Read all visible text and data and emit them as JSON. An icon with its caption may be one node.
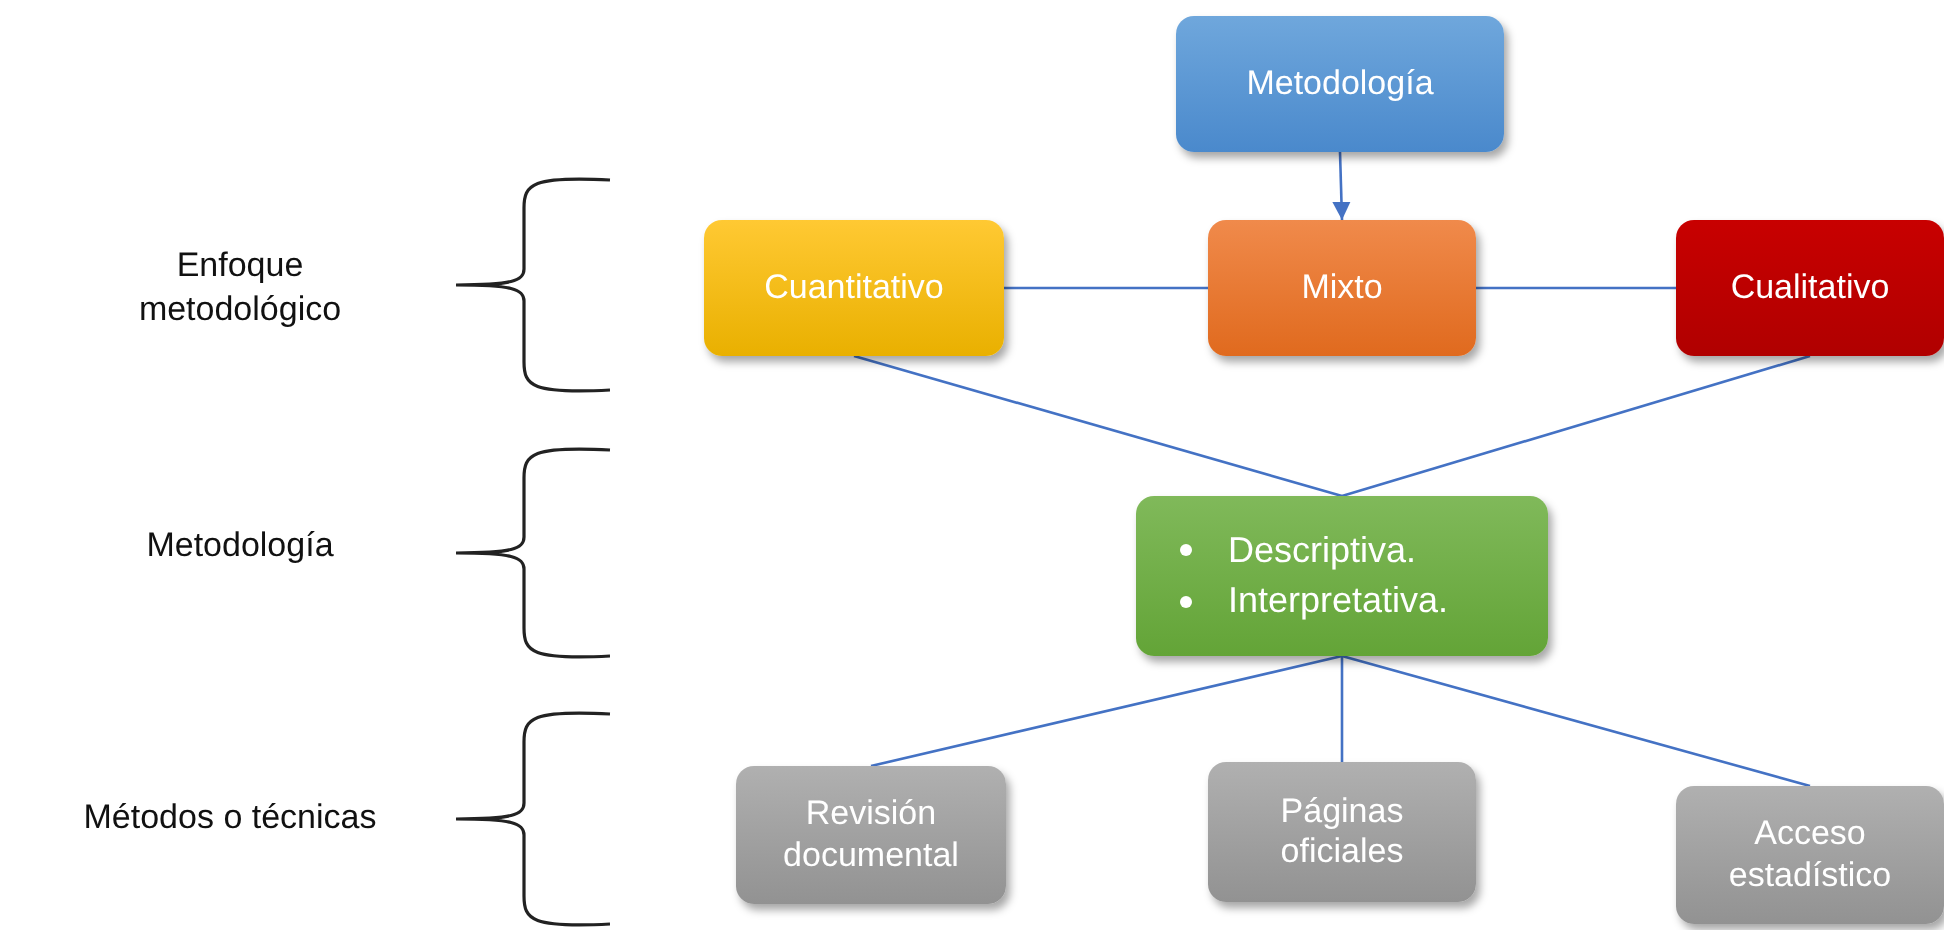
{
  "diagram": {
    "nodes": [
      {
        "text": [
          "Metodología"
        ]
      },
      {
        "text": [
          "Cuantitativo"
        ]
      },
      {
        "text": [
          "Mixto"
        ]
      },
      {
        "text": [
          "Cualitativo"
        ]
      },
      {
        "text": [
          "Descriptiva.",
          "Interpretativa."
        ]
      },
      {
        "text": [
          "Revisión documental"
        ]
      },
      {
        "text": [
          "Páginas oficiales"
        ]
      },
      {
        "text": [
          "Acceso estadístico"
        ]
      }
    ],
    "edges": [
      {
        "from": 0,
        "to": 2,
        "arrow": "to"
      },
      {
        "from": 1,
        "to": 2,
        "arrow": "none"
      },
      {
        "from": 2,
        "to": 3,
        "arrow": "none"
      },
      {
        "from": 1,
        "to": 4,
        "arrow": "none"
      },
      {
        "from": 3,
        "to": 4,
        "arrow": "none"
      },
      {
        "from": 4,
        "to": 5,
        "arrow": "none"
      },
      {
        "from": 4,
        "to": 6,
        "arrow": "none"
      },
      {
        "from": 4,
        "to": 7,
        "arrow": "none"
      }
    ],
    "labels": [
      "Enfoque metodológico",
      "Metodología",
      "Métodos o técnicas"
    ]
  }
}
